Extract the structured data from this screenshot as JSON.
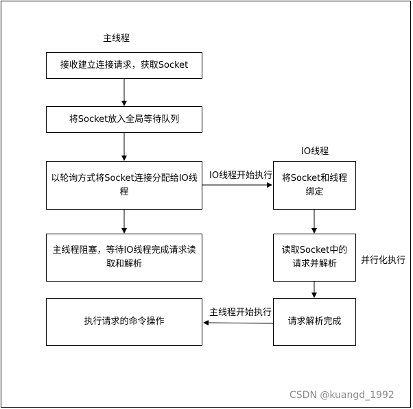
{
  "labels": {
    "main_thread": "主线程",
    "io_thread": "IO线程",
    "io_start": "IO线程开始执行",
    "main_start": "主线程开始执行",
    "parallel": "并行化执行"
  },
  "boxes": {
    "accept": "接收建立连接请求，获取Socket",
    "queue": "将Socket放入全局等待队列",
    "dispatch": "以轮询方式将Socket连接分配给IO线程",
    "block": "主线程阻塞，等待IO线程完成请求读取和解析",
    "execute": "执行请求的命令操作",
    "bind": "将Socket和线程绑定",
    "read": "读取Socket中的请求并解析",
    "parsed": "请求解析完成"
  },
  "watermark": "CSDN @kuangd_1992"
}
